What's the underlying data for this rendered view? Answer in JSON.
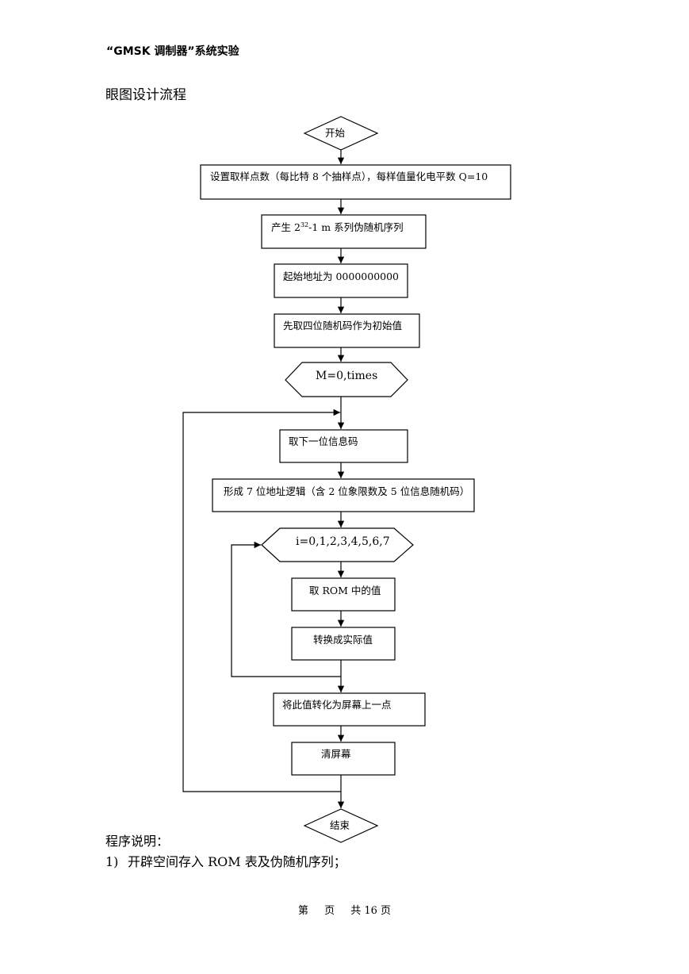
{
  "header": {
    "title": "“GMSK 调制器”系统实验"
  },
  "section_title": "眼图设计流程",
  "flowchart": {
    "start": "开始",
    "step1": "设置取样点数（每比特 8 个抽样点），每样值量化电平数 Q=10",
    "step2_prefix": "产生 2",
    "step2_sup": "32",
    "step2_suffix": "-1 m 系列伪随机序列",
    "step3": "起始地址为 0000000000",
    "step4": "先取四位随机码作为初始值",
    "loop_outer": "M=0,times",
    "step5": "取下一位信息码",
    "step6": "形成 7 位地址逻辑（含 2 位象限数及 5 位信息随机码）",
    "loop_inner": "i=0,1,2,3,4,5,6,7",
    "step7": "取 ROM 中的值",
    "step8": "转换成实际值",
    "step9": "将此值转化为屏幕上一点",
    "step10": "清屏幕",
    "end": "结束"
  },
  "notes": {
    "title": "程序说明：",
    "items": [
      {
        "num": "1)",
        "text": "开辟空间存入 ROM 表及伪随机序列；"
      }
    ]
  },
  "footer": {
    "page_label": "第",
    "page_unit": "页",
    "total_label": "共 16 页"
  }
}
